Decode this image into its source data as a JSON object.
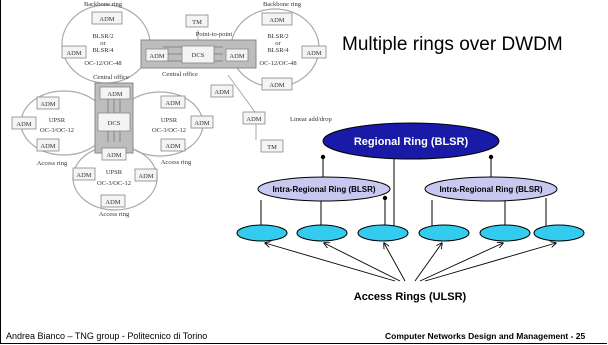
{
  "slide": {
    "title": "Multiple rings over DWDM",
    "footer_left": "Andrea Bianco – TNG group - Politecnico di Torino",
    "footer_right": "Computer Networks Design and Management - 25"
  },
  "figure": {
    "backbone_ring_left": "Backbone ring",
    "backbone_ring_right": "Backbone ring",
    "point_to_point": "Point-to-point",
    "central_office_left": "Central office",
    "central_office_right": "Central office",
    "ring_text_left": [
      "BLSR/2",
      "or",
      "BLSR/4",
      "OC-12/OC-48"
    ],
    "ring_text_right": [
      "BLSR/2",
      "or",
      "BLSR/4",
      "OC-12/OC-48"
    ],
    "linear_add_drop": "Linear add/drop",
    "access_ring_label": "Access ring",
    "upsr_oc3": [
      "UPSR",
      "OC-3/OC-12"
    ],
    "adm": "ADM",
    "dcs": "DCS",
    "tm": "TM"
  },
  "diagram": {
    "regional_ring": "Regional Ring (BLSR)",
    "intra_regional_left": "Intra-Regional Ring (BLSR)",
    "intra_regional_right": "Intra-Regional Ring (BLSR)",
    "access_rings": "Access Rings (ULSR)"
  },
  "colors": {
    "regional": "#1a1aa8",
    "intra": "#c8c8f0",
    "access": "#33ccee"
  }
}
